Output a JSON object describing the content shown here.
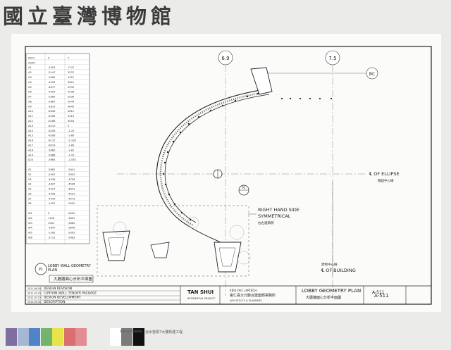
{
  "logo": {
    "text": "國立臺灣博物館"
  },
  "grid": {
    "line_a": "6.9",
    "line_b": "7.5"
  },
  "annotations": {
    "bc": "BC",
    "ellipse_en": "℄ OF ELLIPSE",
    "ellipse_zh": "橢圓中心線",
    "symm_1": "RIGHT HAND SIDE",
    "symm_2": "SYMMETRICAL",
    "symm_zh": "右右邊稱側",
    "building_zh": "建物中心線",
    "building_en": "℄ OF BUILDING",
    "tag": "A-511",
    "p1": "P1"
  },
  "plan_label": {
    "en_1": "LOBBY WALL GEOMETRY",
    "en_2": "PLAN",
    "zh": "大廳牆面心分析平面圖"
  },
  "table": {
    "headers": [
      "Point",
      "X",
      "Y"
    ],
    "rows": [
      [
        "A0/P1",
        "",
        ""
      ],
      [
        "A1",
        "-2503",
        "1747"
      ],
      [
        "A2",
        "-3147",
        "3537"
      ],
      [
        "A3",
        "-3965",
        "4457"
      ],
      [
        "A4",
        "-4003",
        "4621"
      ],
      [
        "A5",
        "-4877",
        "4935"
      ],
      [
        "A6",
        "-4954",
        "4936"
      ],
      [
        "A7",
        "-5580",
        "5036"
      ],
      [
        "A8",
        "-5887",
        "5044"
      ],
      [
        "A9",
        "-5810",
        "4840"
      ],
      [
        "A10",
        "-6006",
        "4612"
      ],
      [
        "A11",
        "-6160",
        "4310"
      ],
      [
        "A12",
        "-6166",
        "4054"
      ],
      [
        "A13",
        "-6210",
        "0"
      ],
      [
        "A14",
        "-6256",
        "-1-25"
      ],
      [
        "A15",
        "-6208",
        "-1-80"
      ],
      [
        "A16",
        "-6115",
        "-1-108"
      ],
      [
        "A17",
        "-6019",
        "-1-80"
      ],
      [
        "A18",
        "-5880",
        "-1-81"
      ],
      [
        "A19",
        "-5888",
        "-1-20"
      ],
      [
        "A20",
        "-5663",
        "-1-530"
      ],
      [
        "",
        "",
        " "
      ],
      [
        "S1",
        "-5862",
        "-5441"
      ],
      [
        "S2",
        "-4902",
        "-5642"
      ],
      [
        "S3",
        "-4936",
        "-4736"
      ],
      [
        "S4",
        "-4827",
        "-4546"
      ],
      [
        "S5",
        "-4427",
        "-4641"
      ],
      [
        "S6",
        "-4526",
        "-4501"
      ],
      [
        "S7",
        "-4549",
        "-4573"
      ],
      [
        "S8",
        "-1597",
        "-2002"
      ],
      [
        "",
        "",
        " "
      ],
      [
        "W1",
        "0",
        "-4000"
      ],
      [
        "W2",
        "1106",
        "-3667"
      ],
      [
        "W3",
        "1061",
        "-3660"
      ],
      [
        "W4",
        "-1847",
        "-3646"
      ],
      [
        "W5",
        "-1162",
        "-2095"
      ],
      [
        "W6",
        "-5712",
        "-5483"
      ]
    ]
  },
  "revisions": [
    {
      "date": "2011.08.16",
      "text": "DESIGN REVISION"
    },
    {
      "date": "2011.07.29",
      "text": "CURTAIN WALL TENDER PACKAGE"
    },
    {
      "date": "2011.07.15",
      "text": "DESIGN DEVELOPMENT"
    },
    {
      "date": "2010.09.30",
      "text": "DESCRIPTION"
    }
  ],
  "title_block": {
    "project_no": "TAN SHUI",
    "project_sub": "RESIDENTIAL PROJECT",
    "firm_en": "KRIS YAO | ARTECH",
    "firm_zh": "姚仁喜大元聯合建築師事務所",
    "firm_sub": "ARCHITECTS & PLANNERS",
    "drawing_title": "LOBBY GEOMETRY PLAN",
    "drawing_title_zh": "大廳牆面心分析平面圖",
    "sheet_no": "A-511"
  },
  "strip": {
    "barcode": "0000000000000",
    "note": "淡水宮殿7大樓新建工程",
    "colors": [
      "#7f6fa1",
      "#a6b7d6",
      "#4f84c8",
      "#72b46a",
      "#e8e34a",
      "#d96f6f",
      "#e38c91",
      "#ffffff",
      "#7b7b7b",
      "#111111"
    ]
  }
}
